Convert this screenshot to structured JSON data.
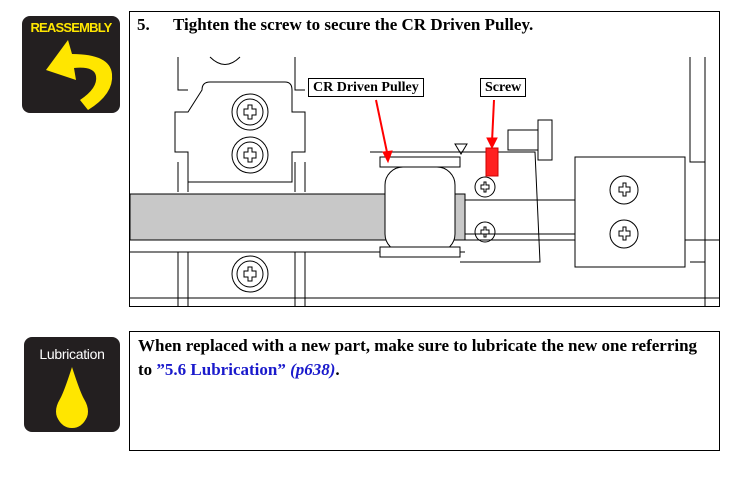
{
  "reassembly_icon": {
    "label": "REASSEMBLY",
    "icon": "curved-back-arrow-icon",
    "color": "#ffe600"
  },
  "step": {
    "number": "5.",
    "text": "Tighten the screw to secure the CR Driven Pulley.",
    "callouts": [
      "CR Driven Pulley",
      "Screw"
    ]
  },
  "lubrication_icon": {
    "label": "Lubrication",
    "icon": "oil-drop-icon",
    "color": "#ffe600"
  },
  "note": {
    "text": "When replaced with a new part, make sure to lubricate the new one referring to ",
    "link": "”5.6  Lubrication”",
    "page_ref": "(p638)",
    "suffix": "."
  },
  "colors": {
    "link": "#1a1acc",
    "arrow": "#ff0000"
  }
}
